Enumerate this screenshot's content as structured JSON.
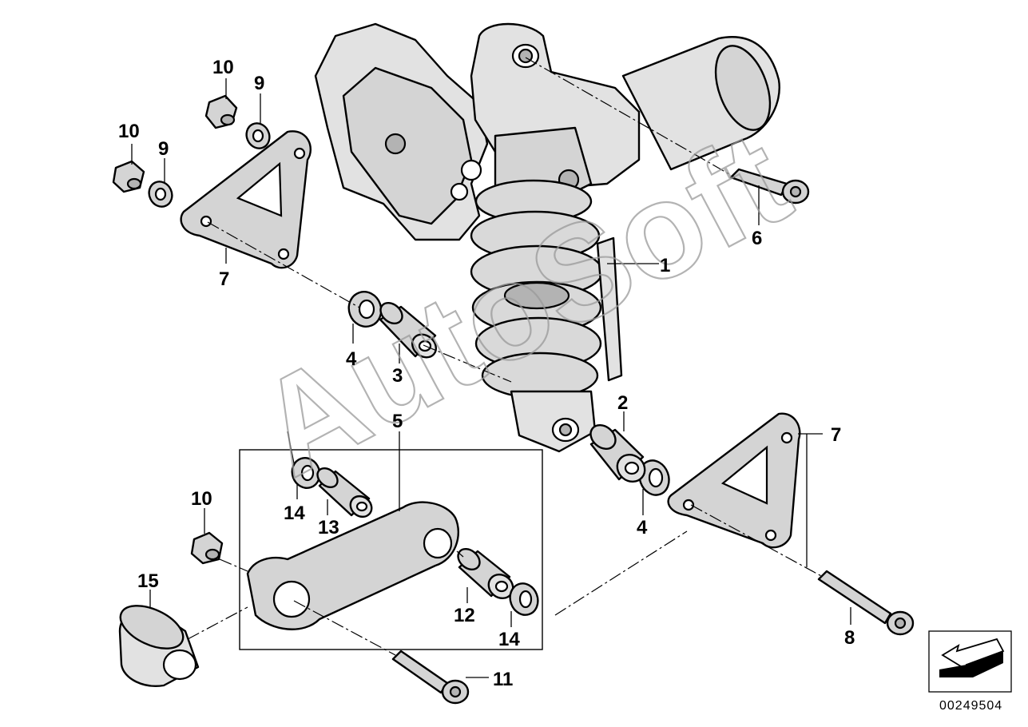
{
  "diagram": {
    "callouts": {
      "c1": "1",
      "c2": "2",
      "c3": "3",
      "c4a": "4",
      "c4b": "4",
      "c5": "5",
      "c6": "6",
      "c7a": "7",
      "c7b": "7",
      "c8": "8",
      "c9a": "9",
      "c9b": "9",
      "c10a": "10",
      "c10b": "10",
      "c10c": "10",
      "c11": "11",
      "c12": "12",
      "c13": "13",
      "c14a": "14",
      "c14b": "14",
      "c15": "15"
    },
    "watermark": "AutoSoft",
    "doc_number": "00249504",
    "icons": {
      "navigation": "arrow-down-left-icon"
    }
  }
}
